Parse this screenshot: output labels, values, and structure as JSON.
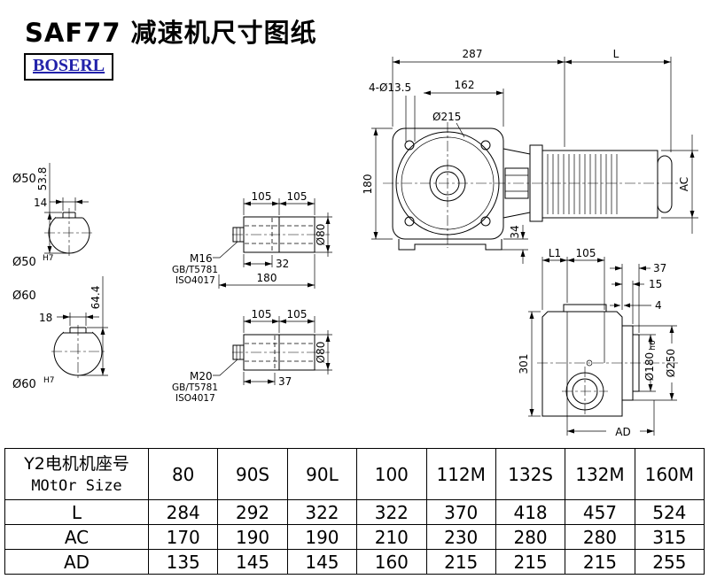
{
  "page": {
    "title": "SAF77 减速机尺寸图纸",
    "brand": "BOSERL"
  },
  "shaft_sections": {
    "s1": {
      "dia": "Ø50",
      "tol": "H7",
      "height": "53.8",
      "key_width": "14"
    },
    "s2": {
      "dia": "Ø60",
      "tol": "H7",
      "height": "64.4",
      "key_width": "18"
    }
  },
  "shaft_views": {
    "v1": {
      "seg1": "105",
      "seg2": "105",
      "thread": "M16",
      "std1": "GB/T5781",
      "std2": "ISO4017",
      "thread_len": "32",
      "total_len": "180",
      "dia": "Ø80"
    },
    "v2": {
      "seg1": "105",
      "seg2": "105",
      "thread": "M20",
      "std1": "GB/T5781",
      "std2": "ISO4017",
      "thread_len": "37",
      "dia": "Ø80"
    }
  },
  "front_view": {
    "width": "287",
    "motor_len": "L",
    "holes": "4-Ø13.5",
    "flange_offset": "162",
    "flange_dia": "Ø215",
    "height": "180",
    "foot": "34",
    "motor_dia": "AC"
  },
  "side_view": {
    "l1": "L1",
    "seg": "105",
    "t1": "37",
    "t2": "15",
    "t3": "4",
    "height": "301",
    "spigot_dia": "Ø180",
    "spigot_tol": "h6",
    "flange_dia": "Ø250",
    "width": "AD"
  },
  "table": {
    "header": {
      "label1": "Y2电机机座号",
      "label2": "MOtOr Size",
      "values": [
        "80",
        "90S",
        "90L",
        "100",
        "112M",
        "132S",
        "132M",
        "160M"
      ]
    },
    "rows": [
      {
        "label": "L",
        "values": [
          "284",
          "292",
          "322",
          "322",
          "370",
          "418",
          "457",
          "524"
        ]
      },
      {
        "label": "AC",
        "values": [
          "170",
          "190",
          "190",
          "210",
          "230",
          "280",
          "280",
          "315"
        ]
      },
      {
        "label": "AD",
        "values": [
          "135",
          "145",
          "145",
          "160",
          "215",
          "215",
          "215",
          "255"
        ]
      }
    ]
  }
}
